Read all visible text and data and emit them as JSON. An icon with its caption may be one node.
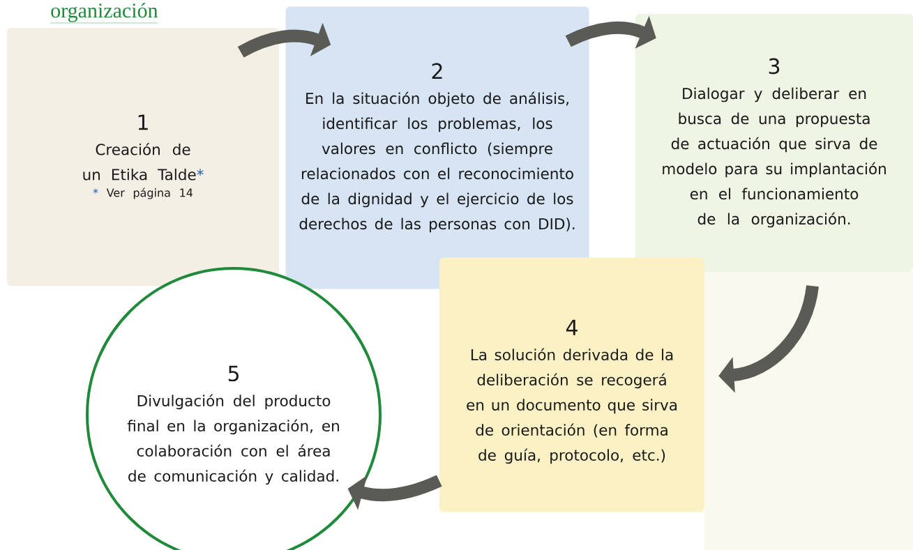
{
  "diagram": {
    "nodes": [
      {
        "text": [
          "1",
          "Creación de un Etika Talde",
          "*",
          "*",
          "Ver página 14"
        ]
      },
      {
        "text": [
          "2",
          "En la situación objeto de análisis, identificar los problemas, los valores en conflicto (siempre relacionados con el reconocimiento de la dignidad y el ejercicio de los derechos de las personas con DID)."
        ]
      },
      {
        "text": [
          "3",
          "Dialogar y deliberar en busca de una propuesta de actuación que sirva de modelo para su implantación en el funcionamiento de la organización."
        ]
      },
      {
        "text": [
          "4",
          "La solución derivada de la deliberación se recogerá en un documento que sirva de orientación (en forma de guía, protocolo, etc.)"
        ]
      },
      {
        "text": [
          "5",
          "Divulgación del producto final en la organización, en colaboración con el área de comunicación y calidad."
        ]
      }
    ],
    "edges": [
      {
        "from": 0,
        "to": 1,
        "arrow": "to"
      },
      {
        "from": 1,
        "to": 2,
        "arrow": "to"
      },
      {
        "from": 2,
        "to": 3,
        "arrow": "to"
      },
      {
        "from": 3,
        "to": 4,
        "arrow": "to"
      }
    ],
    "labels": [
      "organización"
    ]
  }
}
